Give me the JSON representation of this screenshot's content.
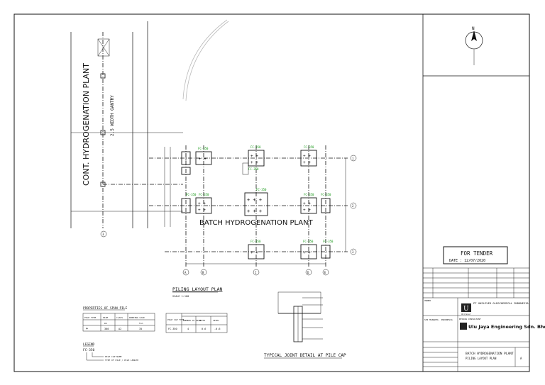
{
  "plan": {
    "plant_left": "CONT. HYDROGENATION PLANT",
    "gantry": "2.5 WIDTH GANTRY",
    "plant_main": "BATCH HYDROGENATION PLANT",
    "layout_title": "PILING LAYOUT PLAN",
    "layout_scale": "SCALE 1:100",
    "detail_title": "TYPICAL JOINT DETAIL AT PILE CAP",
    "cap_tag": "FC-350",
    "grid_bottom": [
      "A",
      "B",
      "C",
      "D",
      "E"
    ],
    "grid_right": [
      "1",
      "2",
      "3"
    ],
    "grid_left": "3"
  },
  "tables": {
    "pile_title": "PROPERTIES OF SPUN PILE",
    "pile_headers": [
      "PILE TYPE",
      "DIAM",
      "CLASS",
      "WORKING LOAD"
    ],
    "pile_units": [
      "",
      "mm",
      "",
      "ton"
    ],
    "pile_row": [
      "+",
      "300",
      "A2",
      "35"
    ],
    "cap_headers": [
      "PILE CAP TYPE",
      "NUMBER OF PILE",
      "DEPTH",
      "LEVEL"
    ],
    "cap_row": [
      "FC-350",
      "4",
      "0.6",
      "-0.6"
    ]
  },
  "legend": {
    "title": "LEGEND",
    "tag": "FC-350",
    "line1": "PILE CAP NAME",
    "line2": "TYPE OF PILE / PILE LENGTH"
  },
  "title_block": {
    "north": "N",
    "for_tender": "FOR TENDER",
    "date_label": "DATE : 12/07/2020",
    "client_label": "OWNER",
    "client_name": "PT UNILEVER OLEOCHEMICAL INDONESIA",
    "client_brand": "Unilever",
    "project_label": "SEI MANGKEI, INDONESIA",
    "consultant_label": "DESIGN CONSULTANT",
    "consultant_name": "Ulu Jaya Engineering Sdn. Bhd.",
    "drawing_title1": "BATCH HYDROGENATION PLANT",
    "drawing_title2": "PILING LAYOUT PLAN",
    "rev": "A"
  },
  "colors": {
    "line": "#111111",
    "tag": "#1a9a1a",
    "guide": "#bbbbbb"
  }
}
